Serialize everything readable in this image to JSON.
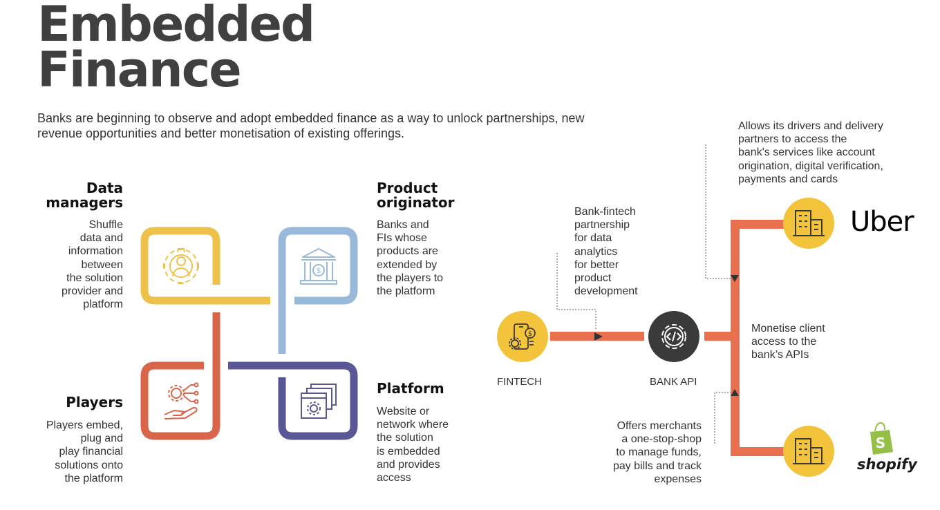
{
  "title": {
    "line1": "Embedded",
    "line2": "Finance"
  },
  "subtitle": "Banks are beginning to observe and adopt embedded finance as a way to unlock partnerships, new revenue opportunities and better monetisation of existing offerings.",
  "quadrants": {
    "data_managers": {
      "heading_line1": "Data",
      "heading_line2": "managers",
      "description": [
        "Shuffle",
        "data and",
        "information",
        "between",
        "the solution",
        "provider and",
        "platform"
      ],
      "color": "#EEC24A",
      "icon": "gear-person-icon"
    },
    "product_originator": {
      "heading_line1": "Product",
      "heading_line2": "originator",
      "description": [
        "Banks and",
        "FIs whose",
        "products are",
        "extended by",
        "the players to",
        "the platform"
      ],
      "color": "#99B9DA",
      "icon": "bank-icon"
    },
    "players": {
      "heading": "Players",
      "description": [
        "Players embed,",
        "plug and",
        "play financial",
        "solutions onto",
        "the platform"
      ],
      "color": "#D9664A",
      "icon": "hand-gears-icon"
    },
    "platform": {
      "heading": "Platform",
      "description": [
        "Website or",
        "network where",
        "the solution",
        "is embedded",
        "and provides",
        "access"
      ],
      "color": "#5A5796",
      "icon": "stacked-windows-gear-icon"
    }
  },
  "flow": {
    "fintech_label": "FINTECH",
    "bank_api_label": "BANK API",
    "partnership_note": [
      "Bank-fintech",
      "partnership",
      "for data",
      "analytics",
      "for better",
      "product",
      "development"
    ],
    "monetise_note": [
      "Monetise client",
      "access to the",
      "bank’s APIs"
    ],
    "uber_note": [
      "Allows its drivers and delivery",
      "partners to access the",
      "bank's services like account",
      "origination, digital verification,",
      "payments and cards"
    ],
    "shopify_note": [
      "Offers merchants",
      "a one-stop-shop",
      "to manage funds,",
      "pay bills and track",
      "expenses"
    ],
    "uber_logo": "Uber",
    "shopify_logo": "shopify",
    "colors": {
      "orange": "#E8704F",
      "yellow": "#F4C33C",
      "dark": "#3A3A3A"
    }
  }
}
